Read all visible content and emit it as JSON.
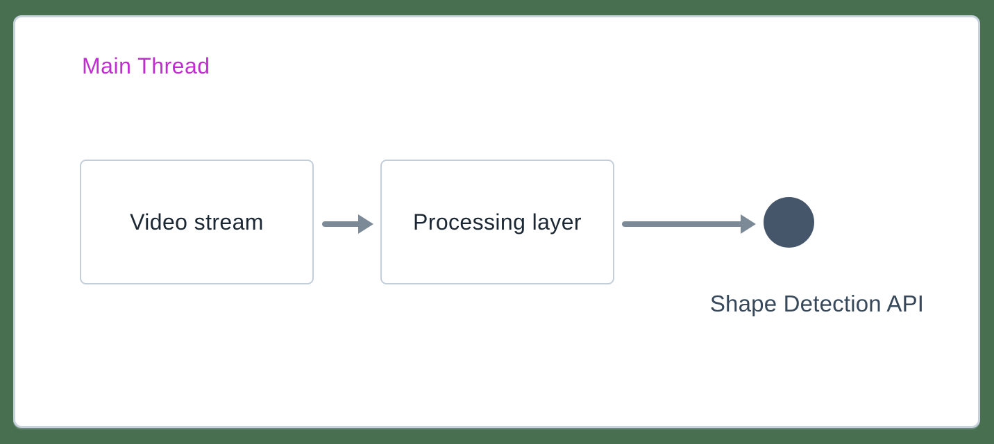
{
  "diagram": {
    "region": {
      "label": "Main Thread"
    },
    "nodes": [
      {
        "id": "video-stream",
        "label": "Video stream"
      },
      {
        "id": "processing-layer",
        "label": "Processing layer"
      }
    ],
    "arrows": [
      {
        "from": "video-stream",
        "to": "processing-layer"
      },
      {
        "from": "processing-layer",
        "to": "shape-detection-api"
      }
    ],
    "endpoint": {
      "shape": "circle",
      "label": "Shape Detection API"
    },
    "colors": {
      "page_background": "#487050",
      "card_background": "#ffffff",
      "card_border": "#c7d2dd",
      "region_label": "#c02ed0",
      "node_border": "#c3cedb",
      "node_text": "#1b2733",
      "arrow": "#7c8a98",
      "endpoint_circle": "#46566a",
      "endpoint_text": "#36485a"
    }
  }
}
